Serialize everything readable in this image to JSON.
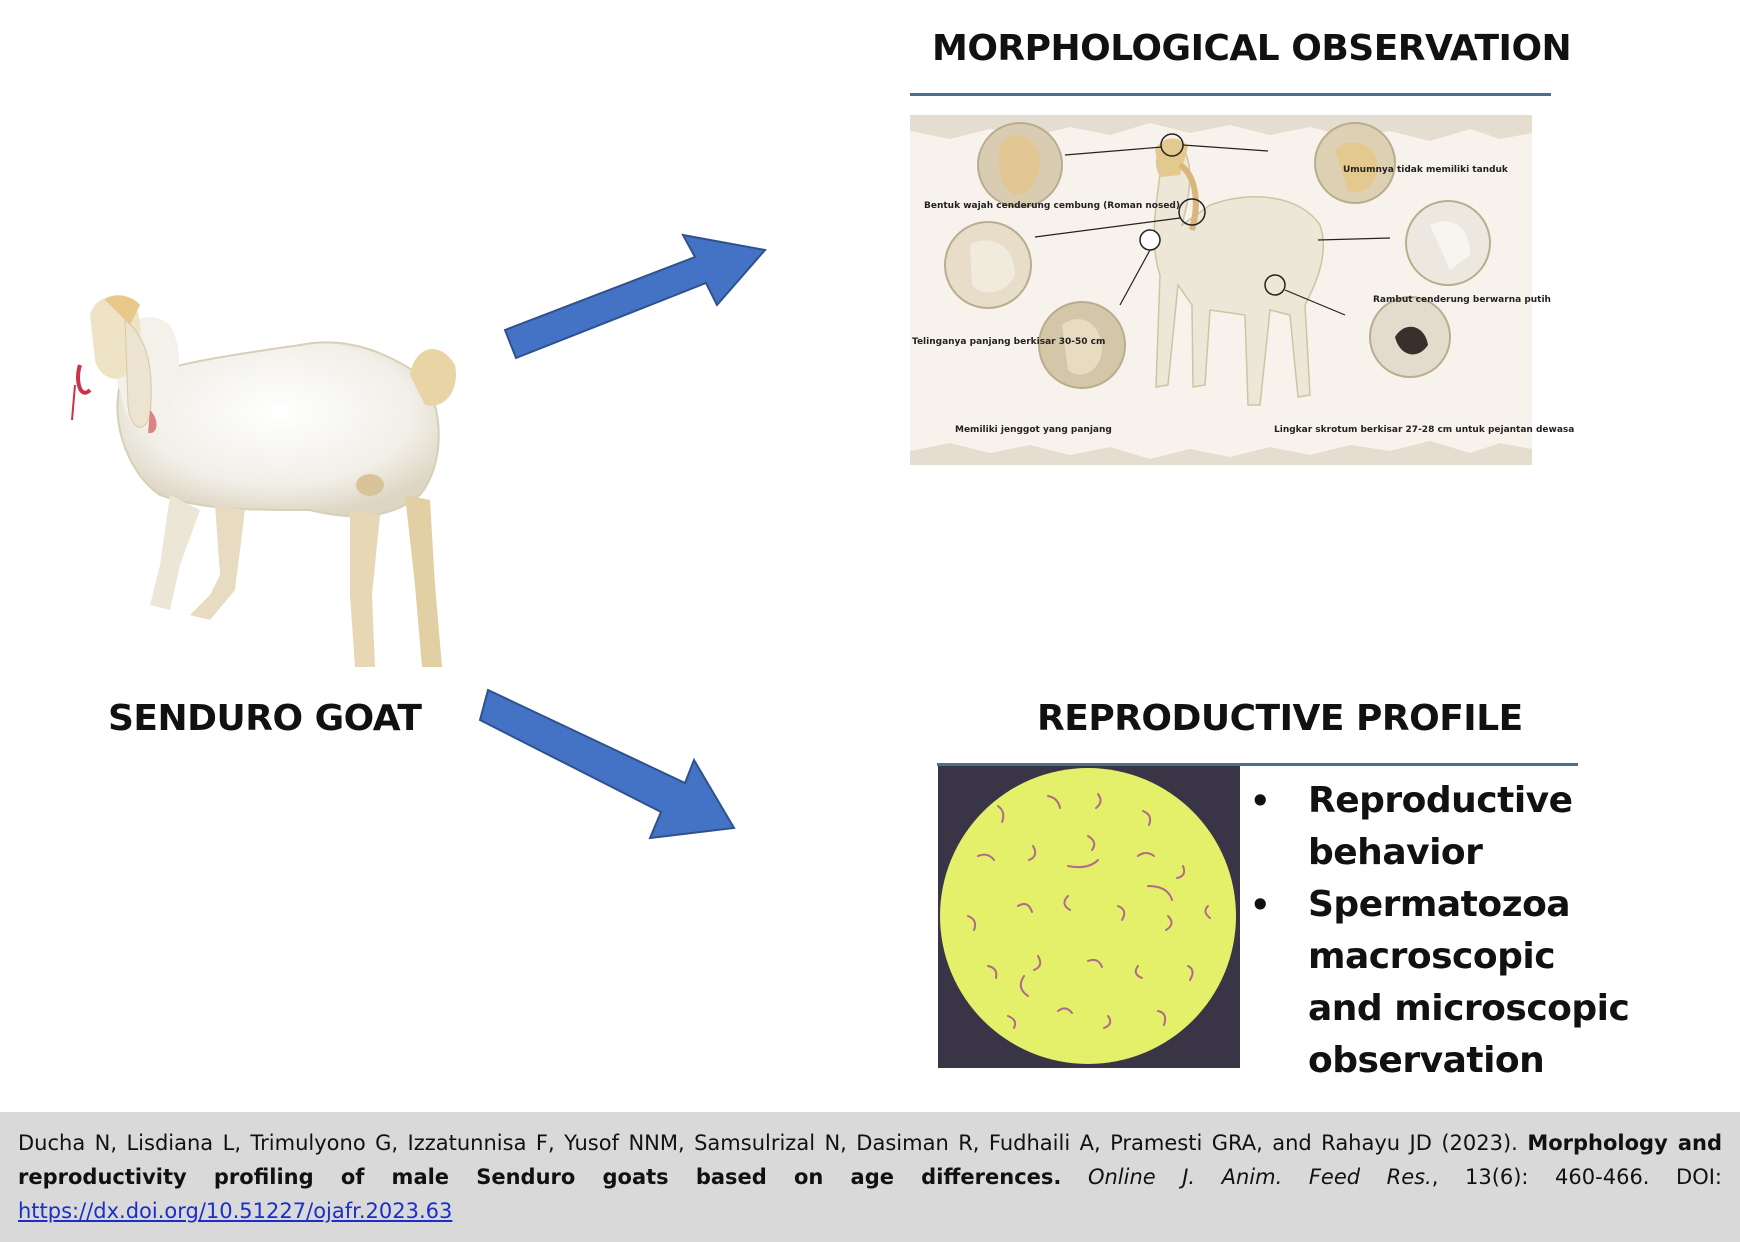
{
  "left": {
    "label": "SENDURO GOAT"
  },
  "morphology": {
    "title": "MORPHOLOGICAL OBSERVATION",
    "captions": {
      "face": "Bentuk wajah cenderung cembung (Roman nosed)",
      "horn": "Umumnya tidak memiliki tanduk",
      "hair": "Rambut cenderung berwarna putih",
      "ear": "Telinganya panjang berkisar 30-50 cm",
      "beard": "Memiliki jenggot yang panjang",
      "scrotum": "Lingkar skrotum  berkisar 27-28 cm untuk pejantan dewasa"
    }
  },
  "reproductive": {
    "title": "REPRODUCTIVE PROFILE",
    "bullets": [
      "Reproductive behavior",
      "Spermatozoa macroscopic and microscopic observation"
    ]
  },
  "citation": {
    "authors": "Ducha N, Lisdiana L, Trimulyono G, Izzatunnisa F, Yusof NNM, Samsulrizal N, Dasiman R, Fudhaili A, Pramesti GRA, and Rahayu JD (2023).",
    "title": "Morphology and reproductivity profiling of male Senduro goats based on age differences.",
    "journal": "Online J. Anim. Feed Res.",
    "details": ", 13(6): 460-466. DOI:",
    "doi_url": "https://dx.doi.org/10.51227/ojafr.2023.63"
  },
  "colors": {
    "arrow_fill": "#4472c4",
    "arrow_stroke": "#2f528f",
    "rule": "#4a6f8f",
    "micro_field": "#e4f06a",
    "citation_bg": "#d9d9d9",
    "link": "#1a2fc9"
  }
}
